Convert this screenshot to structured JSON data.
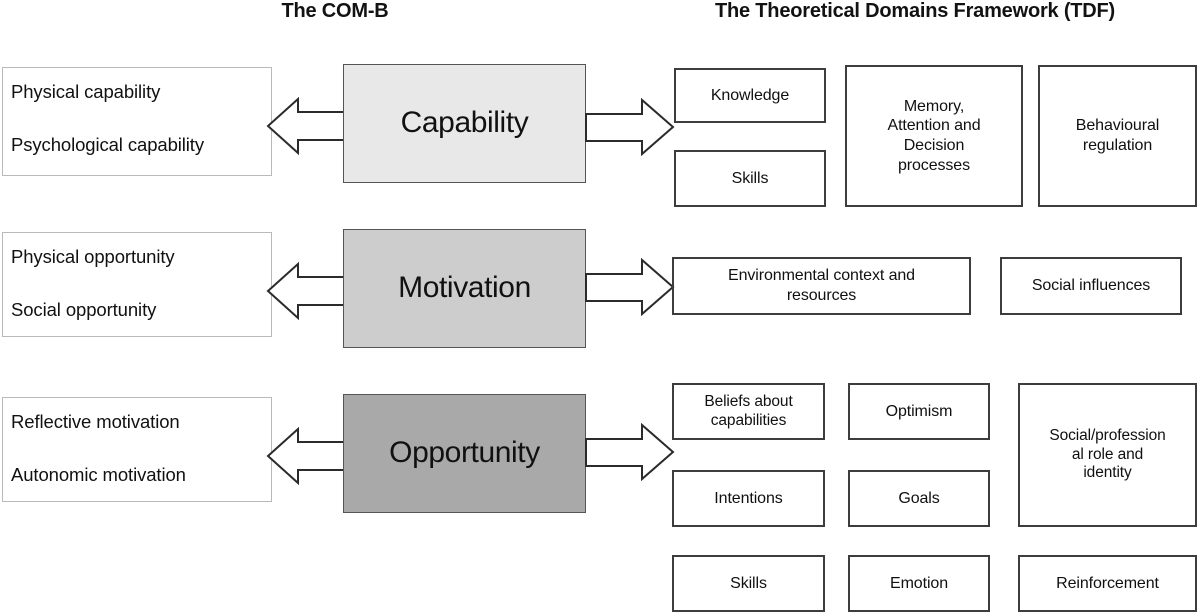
{
  "headings": {
    "comb": "The COM-B",
    "tdf": "The Theoretical Domains Framework (TDF)"
  },
  "colors": {
    "capability_fill": "#e8e8e8",
    "motivation_fill": "#cdcdcd",
    "opportunity_fill": "#a9a9a9",
    "box_border": "#3d3d3d",
    "descriptor_border": "#b9b9b9",
    "arrow_stroke": "#2b2b2b",
    "background": "#ffffff",
    "text": "#111111"
  },
  "rows": [
    {
      "id": "capability",
      "descriptors": [
        "Physical capability",
        "Psychological capability"
      ],
      "component": "Capability",
      "tone": "light",
      "domains": [
        "Knowledge",
        "Skills",
        "Memory, Attention and Decision processes",
        "Behavioural regulation"
      ]
    },
    {
      "id": "motivation",
      "descriptors": [
        "Physical opportunity",
        "Social opportunity"
      ],
      "component": "Motivation",
      "tone": "mid",
      "domains": [
        "Environmental context and resources",
        "Social influences"
      ]
    },
    {
      "id": "opportunity",
      "descriptors": [
        "Reflective motivation",
        "Autonomic motivation"
      ],
      "component": "Opportunity",
      "tone": "dark",
      "domains": [
        "Beliefs about capabilities",
        "Optimism",
        "Social/profession al role and identity",
        "Intentions",
        "Goals",
        "Skills",
        "Emotion",
        "Reinforcement"
      ]
    }
  ],
  "boxes": {
    "row1": {
      "knowledge": "Knowledge",
      "skills": "Skills",
      "memory_l1": "Memory,",
      "memory_l2": "Attention and",
      "memory_l3": "Decision",
      "memory_l4": "processes",
      "behavioural_l1": "Behavioural",
      "behavioural_l2": "regulation"
    },
    "row2": {
      "environmental_l1": "Environmental context and",
      "environmental_l2": "resources",
      "social_influences": "Social influences"
    },
    "row3": {
      "beliefs_l1": "Beliefs about",
      "beliefs_l2": "capabilities",
      "optimism": "Optimism",
      "role_l1": "Social/profession",
      "role_l2": "al role and",
      "role_l3": "identity",
      "intentions": "Intentions",
      "goals": "Goals",
      "skills": "Skills",
      "emotion": "Emotion",
      "reinforcement": "Reinforcement"
    }
  },
  "descriptors": {
    "row1_line1": "Physical capability",
    "row1_line2": "Psychological capability",
    "row2_line1": "Physical opportunity",
    "row2_line2": "Social opportunity",
    "row3_line1": "Reflective motivation",
    "row3_line2": "Autonomic motivation"
  },
  "components": {
    "capability": "Capability",
    "motivation": "Motivation",
    "opportunity": "Opportunity"
  },
  "arrows": {
    "left_1": "left-block-arrow",
    "right_1": "right-block-arrow",
    "left_2": "left-block-arrow",
    "right_2": "right-block-arrow",
    "left_3": "left-block-arrow",
    "right_3": "right-block-arrow"
  }
}
